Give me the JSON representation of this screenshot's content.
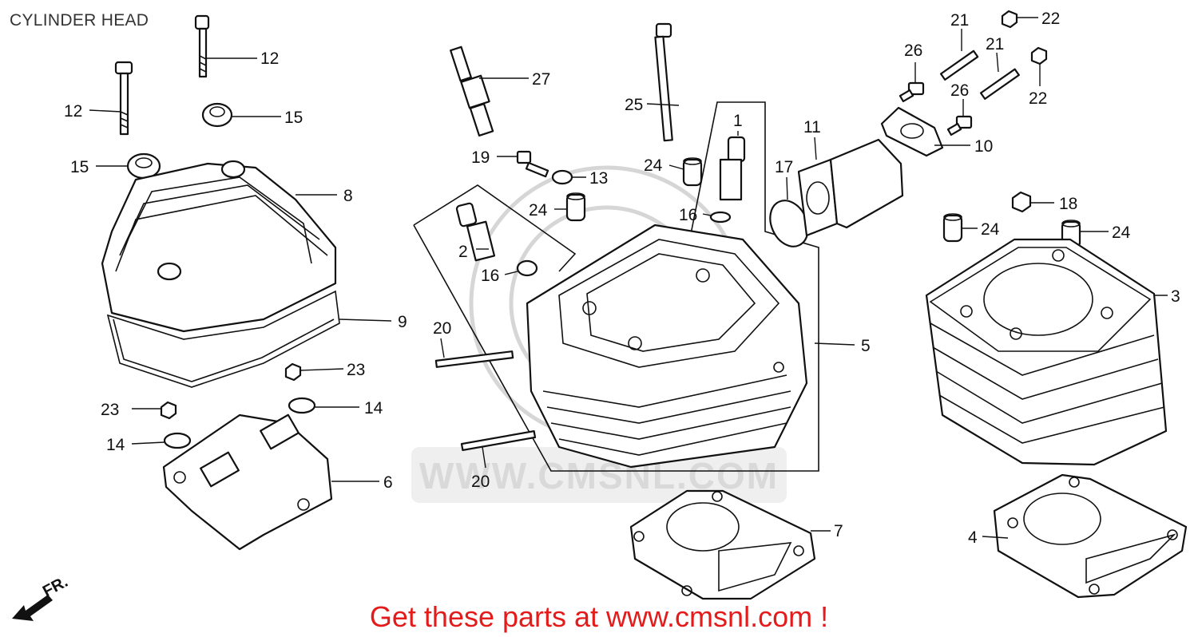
{
  "title": "CYLINDER HEAD",
  "watermark_text": "WWW.CMSNL.COM",
  "direction_label": "FR.",
  "banner": {
    "text": "Get these parts at www.cmsnl.com !",
    "color": "#e31b1b"
  },
  "callouts": {
    "c1": "1",
    "c2": "2",
    "c3": "3",
    "c4": "4",
    "c5": "5",
    "c6": "6",
    "c7": "7",
    "c8": "8",
    "c9": "9",
    "c10": "10",
    "c11": "11",
    "c12a": "12",
    "c12b": "12",
    "c13": "13",
    "c14a": "14",
    "c14b": "14",
    "c15a": "15",
    "c15b": "15",
    "c16a": "16",
    "c16b": "16",
    "c17": "17",
    "c18": "18",
    "c19": "19",
    "c20a": "20",
    "c20b": "20",
    "c21a": "21",
    "c21b": "21",
    "c22a": "22",
    "c22b": "22",
    "c23a": "23",
    "c23b": "23",
    "c24a": "24",
    "c24b": "24",
    "c24c": "24",
    "c24d": "24",
    "c25": "25",
    "c26a": "26",
    "c26b": "26",
    "c27": "27"
  }
}
